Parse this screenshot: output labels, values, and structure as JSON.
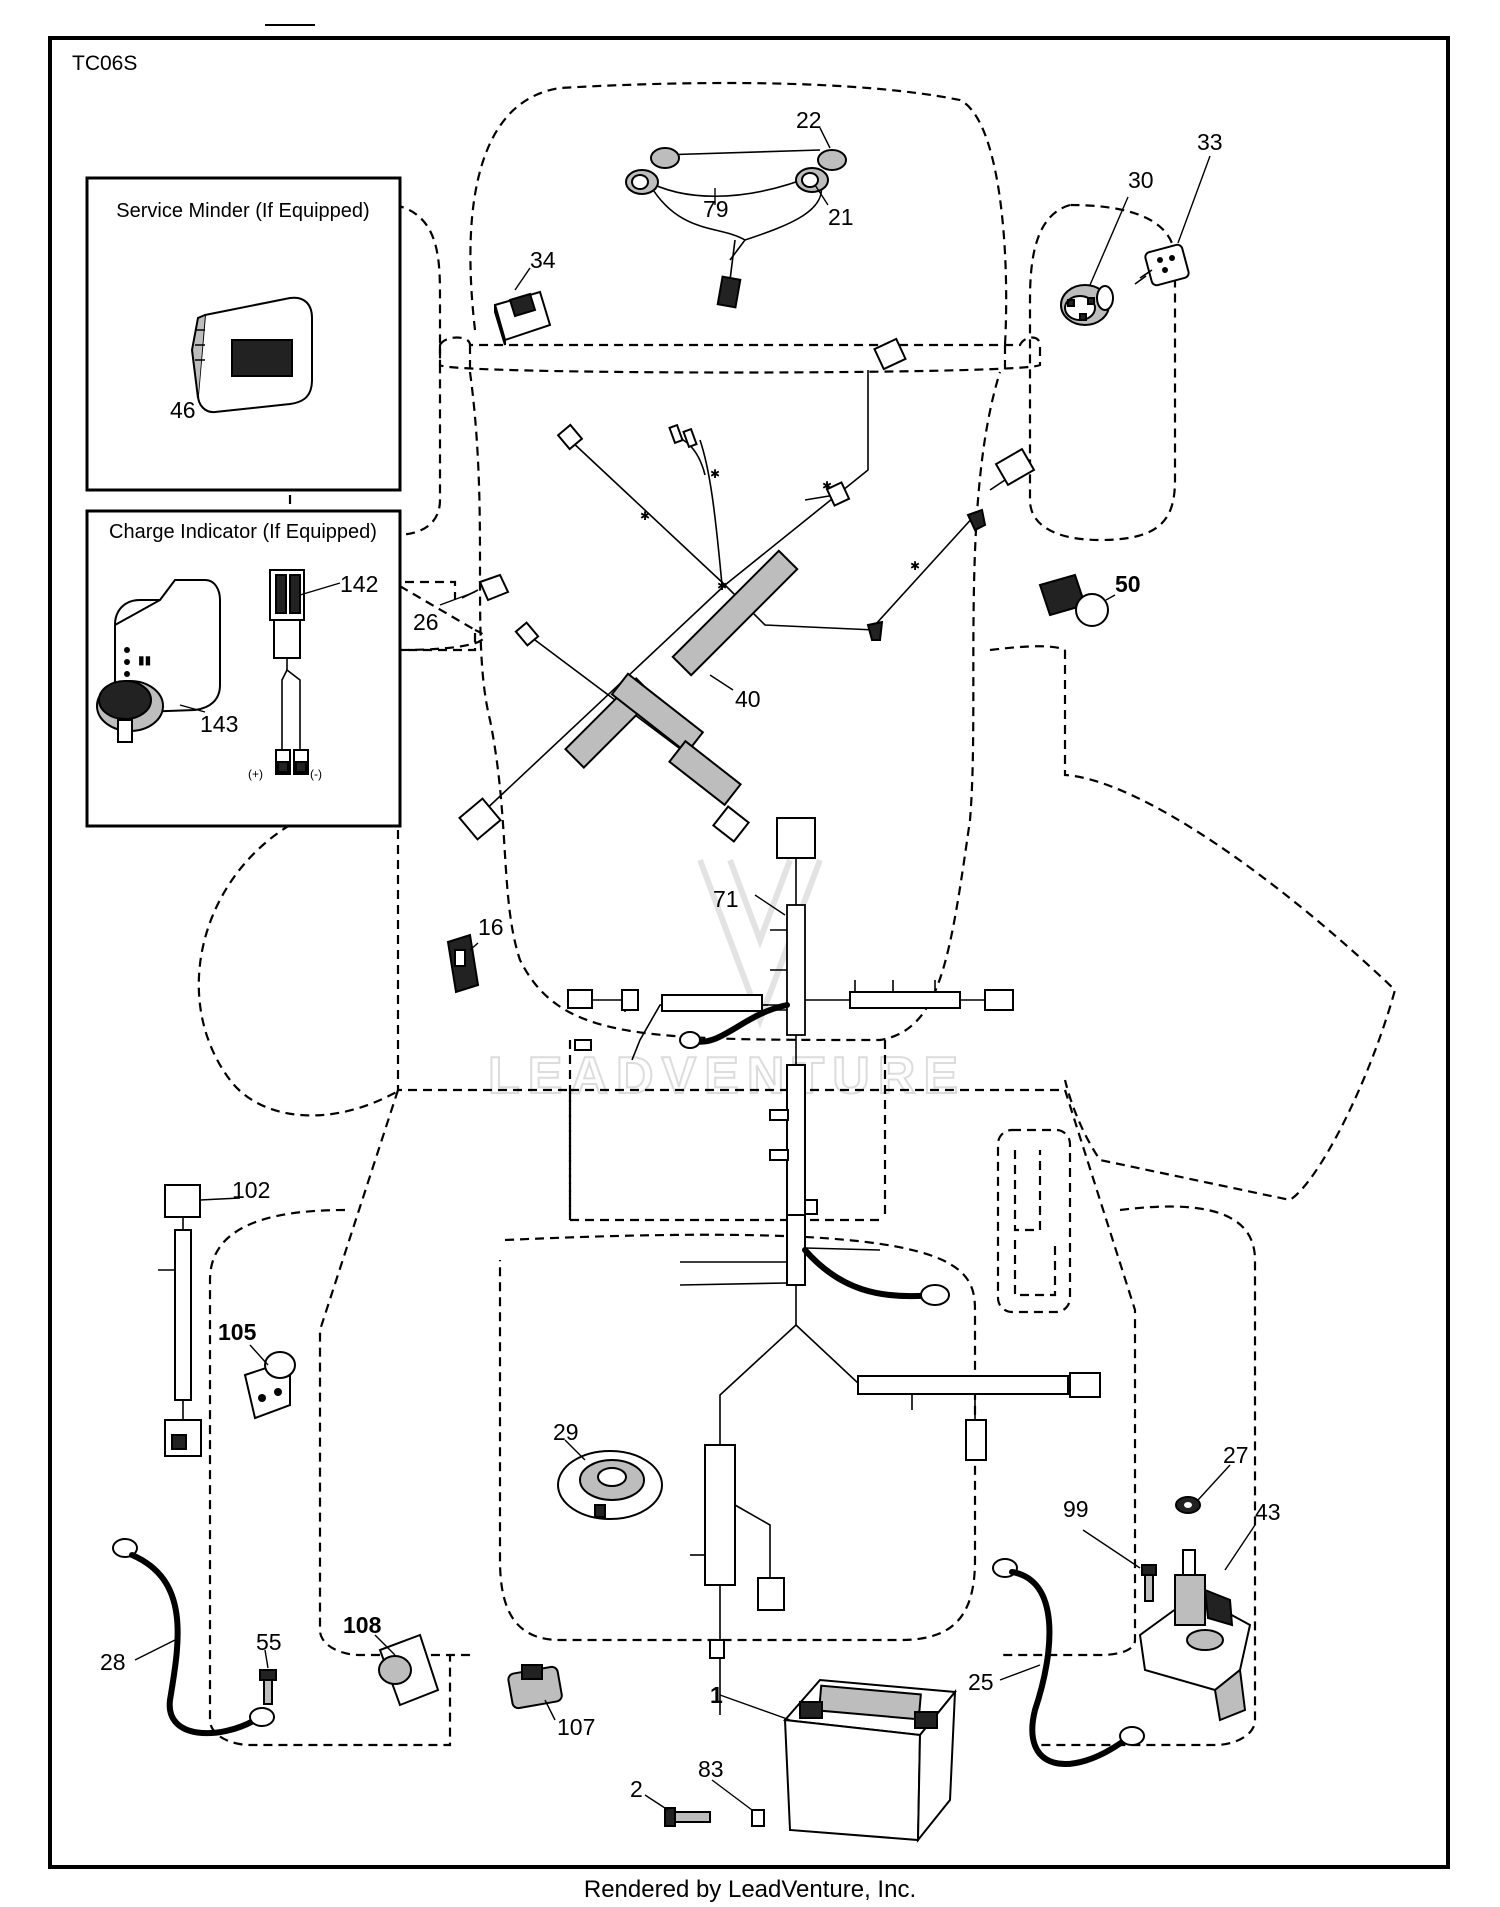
{
  "diagram_code": "TC06S",
  "boxes": {
    "service_minder_title": "Service Minder (If Equipped)",
    "charge_indicator_title": "Charge Indicator (If Equipped)",
    "polarity_plus": "(+)",
    "polarity_minus": "(-)"
  },
  "watermark": "LEADVENTURE",
  "footer": "Rendered by LeadVenture, Inc.",
  "callouts": {
    "p1": "1",
    "p2": "2",
    "p16": "16",
    "p21": "21",
    "p22": "22",
    "p25": "25",
    "p26": "26",
    "p27": "27",
    "p28": "28",
    "p29": "29",
    "p30": "30",
    "p33": "33",
    "p34": "34",
    "p40": "40",
    "p43": "43",
    "p46": "46",
    "p50": "50",
    "p55": "55",
    "p71": "71",
    "p79": "79",
    "p83": "83",
    "p99": "99",
    "p102": "102",
    "p105": "105",
    "p107": "107",
    "p108": "108",
    "p142": "142",
    "p143": "143"
  }
}
